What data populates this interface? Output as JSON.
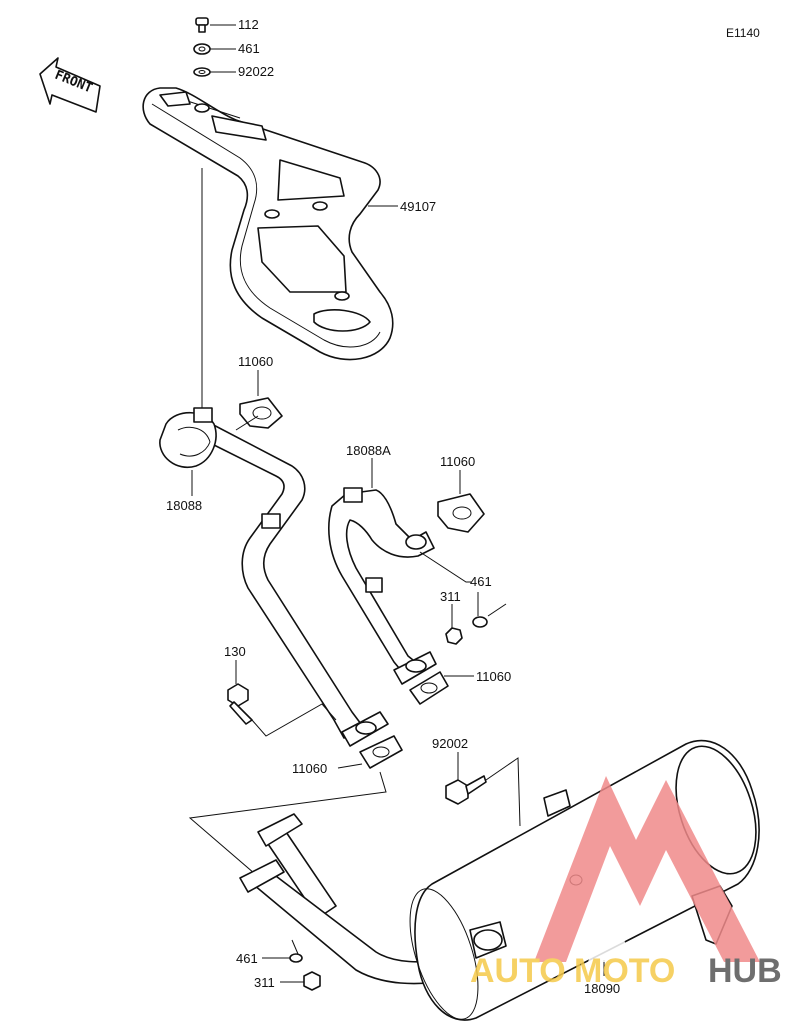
{
  "diagram_code": "E1140",
  "front_label": "FRONT",
  "watermark": {
    "part1": "AUTO",
    "part2": "MOTO",
    "part3": "HUB",
    "color_primary": "#f08a8a",
    "color_secondary": "#f5c94a",
    "color_dark": "#555555"
  },
  "labels": [
    {
      "id": "l112",
      "text": "112"
    },
    {
      "id": "l461a",
      "text": "461"
    },
    {
      "id": "l92022",
      "text": "92022"
    },
    {
      "id": "l49107",
      "text": "49107"
    },
    {
      "id": "l11060a",
      "text": "11060"
    },
    {
      "id": "l18088",
      "text": "18088"
    },
    {
      "id": "l18088A",
      "text": "18088A"
    },
    {
      "id": "l11060b",
      "text": "11060"
    },
    {
      "id": "l461b",
      "text": "461"
    },
    {
      "id": "l311a",
      "text": "311"
    },
    {
      "id": "l11060c",
      "text": "11060"
    },
    {
      "id": "l130",
      "text": "130"
    },
    {
      "id": "l11060d",
      "text": "11060"
    },
    {
      "id": "l92002",
      "text": "92002"
    },
    {
      "id": "l461c",
      "text": "461"
    },
    {
      "id": "l311b",
      "text": "311"
    },
    {
      "id": "l18090",
      "text": "18090"
    }
  ]
}
